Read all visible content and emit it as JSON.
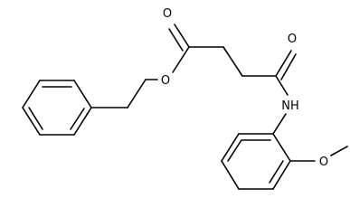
{
  "molecule": {
    "atoms": {
      "carbonyl_oxygen_ester": "O",
      "ester_oxygen": "O",
      "carbonyl_oxygen_amide": "O",
      "amide_nitrogen": "NH",
      "methoxy_oxygen": "O"
    }
  },
  "colors": {
    "bond": "#000000",
    "label": "#000000",
    "background": "#ffffff"
  }
}
